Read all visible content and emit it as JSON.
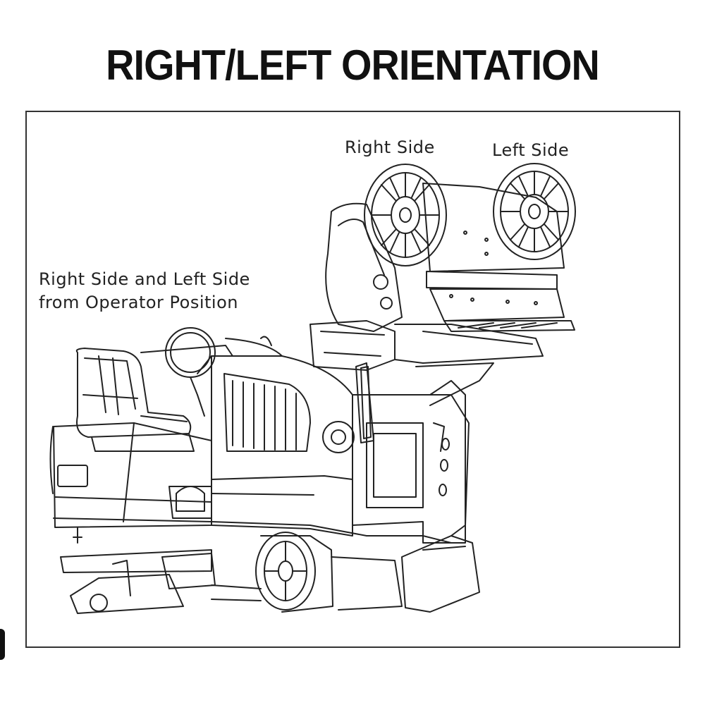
{
  "title": "RIGHT/LEFT ORIENTATION",
  "labels": {
    "right_side": "Right Side",
    "left_side": "Left Side",
    "operator_line1": "Right Side and Left Side",
    "operator_line2": "from Operator Position"
  },
  "figure": {
    "subject": "ride-on-floor-scrubber-sweeper",
    "colors": {
      "line": "#222222",
      "background": "#ffffff"
    }
  }
}
